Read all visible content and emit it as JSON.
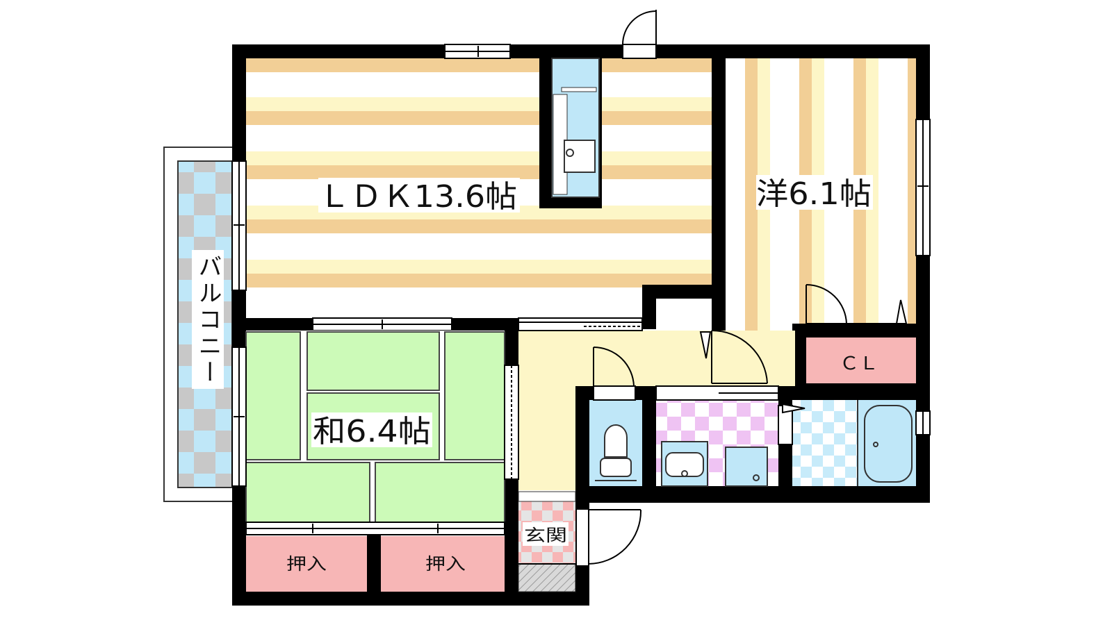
{
  "rooms": {
    "ldk": "ＬＤＫ13.6帖",
    "western": "洋6.1帖",
    "closet": "ＣＬ",
    "japanese": "和6.4帖",
    "storage_left": "押入",
    "storage_right": "押入",
    "entrance": "玄関",
    "balcony": "バルコニー"
  },
  "colors": {
    "wall": "#000000",
    "wood_stripe": "#f2cf96",
    "wood_light": "#fdf6c7",
    "tatami": "#ccfab8",
    "closet": "#f7b6b6",
    "hall": "#fdf6c7",
    "wet": "#bfe7f8",
    "tile_pink": "#efc3f3",
    "balcony_grey": "#c8c8c8",
    "entrance_pink": "#f7b6b6"
  }
}
